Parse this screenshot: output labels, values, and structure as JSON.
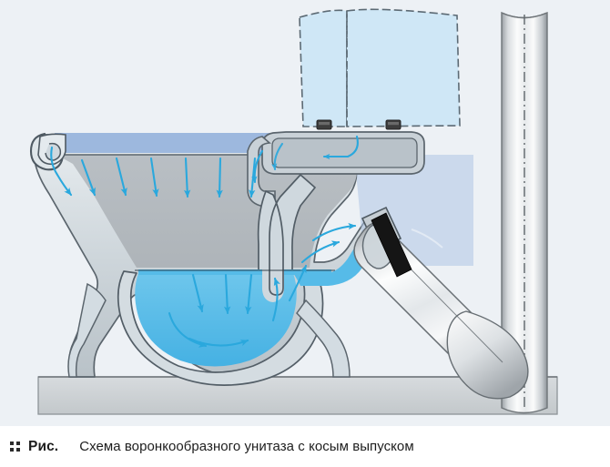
{
  "caption": {
    "icon": "grid-dots-icon",
    "label": "Рис.",
    "text": "Схема воронкообразного унитаза с косым выпуском"
  },
  "figure": {
    "title": "Схема воронкообразного унитаза с косым выпуском",
    "background_color": "#edf1f5",
    "parts": [
      {
        "name": "toilet-lid",
        "label": "Крышка унитаза",
        "color": "#cfe7f6",
        "outline": "dashed"
      },
      {
        "name": "lid-hinge-bolt-left",
        "label": "Петля крышки (левая)",
        "color": "#3a3a3a"
      },
      {
        "name": "lid-hinge-bolt-right",
        "label": "Петля крышки (правая)",
        "color": "#3a3a3a"
      },
      {
        "name": "bowl-funnel",
        "label": "Воронкообразная чаша",
        "color": "#b5babe"
      },
      {
        "name": "rim-channel",
        "label": "Ободковый канал смыва",
        "color": "#c6ced4"
      },
      {
        "name": "rim-curl-left",
        "label": "Завиток обода (слева)",
        "color": "#c6ced4"
      },
      {
        "name": "water-upper-band",
        "label": "Поток воды в ободе",
        "color": "#9db8de"
      },
      {
        "name": "trap-siphon",
        "label": "Гидрозатвор (сифон)",
        "color": "#c6ced4"
      },
      {
        "name": "trap-water",
        "label": "Вода в гидрозатворе",
        "color": "#56bbe8"
      },
      {
        "name": "outlet-pipe",
        "label": "Косой выпуск",
        "color": "#cfd4d8"
      },
      {
        "name": "outlet-gasket",
        "label": "Уплотнительная манжета",
        "color": "#1a1a1a"
      },
      {
        "name": "sewer-riser",
        "label": "Канализационный стояк",
        "color": "#d8dcdf"
      },
      {
        "name": "floor-slab",
        "label": "Пол",
        "color": "#cdd1d4"
      },
      {
        "name": "pedestal-foot",
        "label": "Ножка унитаза",
        "color": "#ccd6dd"
      }
    ],
    "flow_arrows": {
      "name": "water-flow-arrows",
      "label": "Направление потока воды",
      "color": "#2aa8dd",
      "bowl_wall_count": 7,
      "trap_down_count": 3,
      "trap_swirl_count": 3,
      "rim_count": 3
    },
    "colors": {
      "background": "#edf1f5",
      "ceramic_light": "#dfe6ea",
      "ceramic_mid": "#c6ced4",
      "ceramic_shadow": "#b5babe",
      "outline": "#55606a",
      "water": "#56bbe8",
      "water_pale": "#9db8de",
      "lid": "#cfe7f6",
      "metal_light": "#f4f6f7",
      "metal_dark": "#9aa0a5",
      "gasket": "#1a1a1a",
      "floor": "#cdd1d4"
    }
  }
}
